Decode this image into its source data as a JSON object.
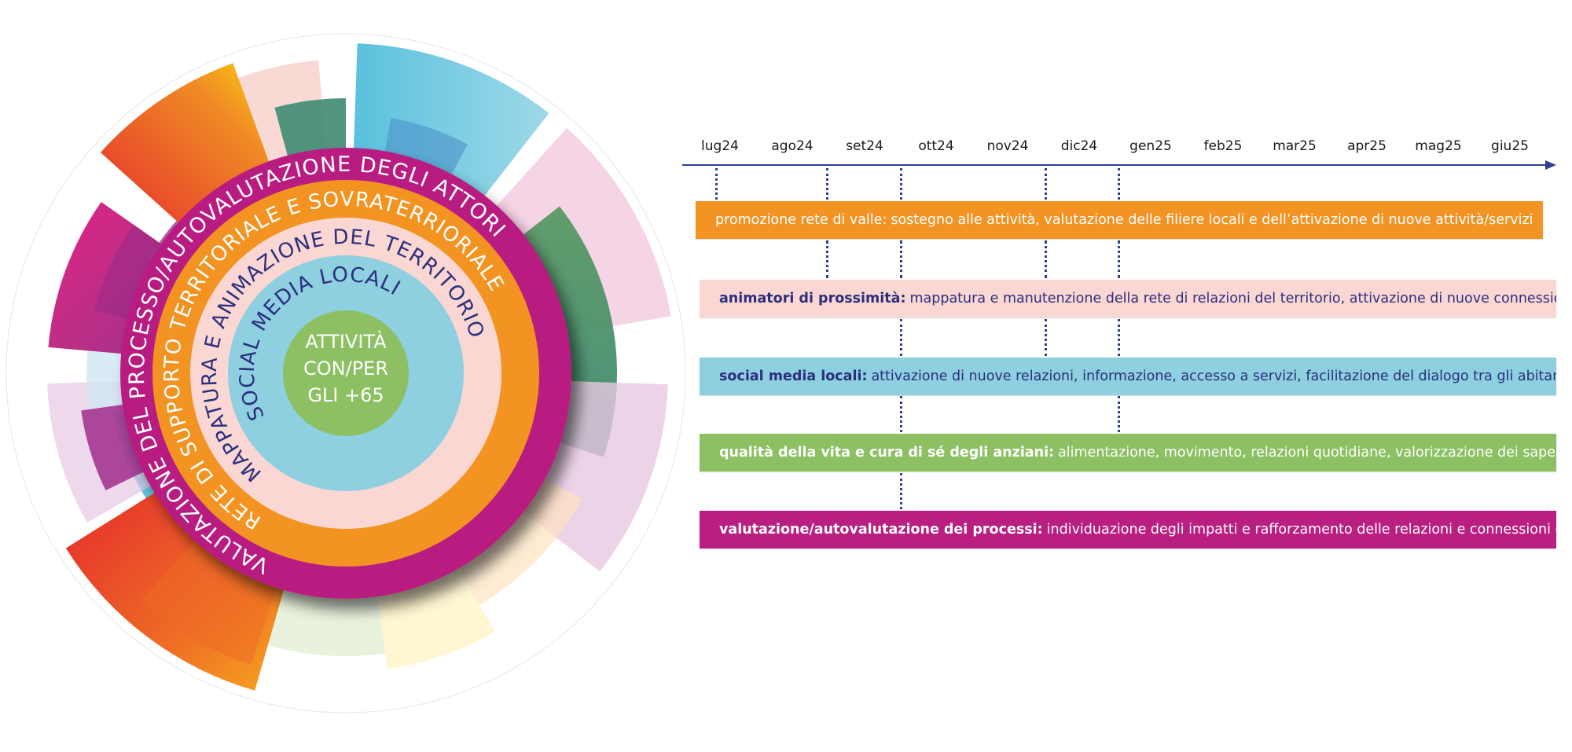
{
  "wheel": {
    "center_label_lines": [
      "ATTIVITÀ",
      "CON/PER",
      "GLI +65"
    ],
    "rings": [
      {
        "label": "VALUTAZIONE DEL PROCESSO/AUTOVALUTAZIONE DEGLI ATTORI",
        "color": "#b91f80",
        "text_color": "#ffffff"
      },
      {
        "label": "RETE DI SUPPORTO TERRITORIALE E SOVRATERRIORIALE",
        "color": "#f39324",
        "text_color": "#ffffff"
      },
      {
        "label": "MAPPATURA E ANIMAZIONE DEL TERRITORIO",
        "color": "#fad7d2",
        "text_color": "#2b2f7e"
      },
      {
        "label": "SOCIAL MEDIA LOCALI",
        "color": "#8ecfe0",
        "text_color": "#2b2f7e"
      }
    ],
    "center_color": "#8cc063"
  },
  "timeline": {
    "months": [
      "lug24",
      "ago24",
      "set24",
      "ott24",
      "nov24",
      "dic24",
      "gen25",
      "feb25",
      "mar25",
      "apr25",
      "mag25",
      "giu25"
    ],
    "axis_color": "#2e3f8f",
    "milestones": [
      "lug24",
      "set24",
      "ott24",
      "dic24",
      "gen25"
    ],
    "bars": [
      {
        "title": "promozione rete di valle",
        "separator": ":",
        "description": "sostegno alle attività, valutazione delle filiere locali e dell’attivazione di nuove attività/servizi",
        "color": "#f39324",
        "text_color": "#ffffff"
      },
      {
        "title": "animatori di prossimità:",
        "separator": "",
        "description": "mappatura e manutenzione della rete di relazioni del territorio, attivazione di nuove connessioni",
        "color": "#fad7d2",
        "text_color": "#2b2f7e"
      },
      {
        "title": "social media locali:",
        "separator": "",
        "description": "attivazione di nuove relazioni, informazione, accesso a servizi, facilitazione del dialogo tra gli abitanti",
        "color": "#8ecfe0",
        "text_color": "#2b2f7e"
      },
      {
        "title": "qualità della vita e cura di sé degli anziani:",
        "separator": "",
        "description": "alimentazione, movimento, relazioni quotidiane, valorizzazione dei saperi",
        "color": "#8cc063",
        "text_color": "#ffffff"
      },
      {
        "title": "valutazione/autovalutazione dei processi:",
        "separator": "",
        "description": "individuazione degli impatti e rafforzamento delle relazioni e connessioni create",
        "color": "#b91f80",
        "text_color": "#ffffff"
      }
    ]
  }
}
